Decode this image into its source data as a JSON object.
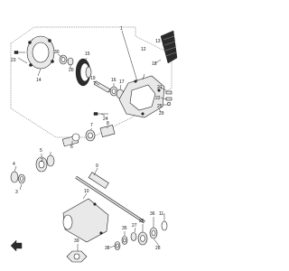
{
  "diagram": {
    "callouts": [
      {
        "id": "c1",
        "text": "1"
      },
      {
        "id": "c2",
        "text": "2"
      },
      {
        "id": "c3",
        "text": "3"
      },
      {
        "id": "c4",
        "text": "4"
      },
      {
        "id": "c5",
        "text": "5"
      },
      {
        "id": "c6",
        "text": "6"
      },
      {
        "id": "c7",
        "text": "7"
      },
      {
        "id": "c8",
        "text": "8"
      },
      {
        "id": "c9",
        "text": "9"
      },
      {
        "id": "c10",
        "text": "10"
      },
      {
        "id": "c11",
        "text": "11"
      },
      {
        "id": "c12",
        "text": "12"
      },
      {
        "id": "c13",
        "text": "13"
      },
      {
        "id": "c14",
        "text": "14"
      },
      {
        "id": "c15",
        "text": "15"
      },
      {
        "id": "c16",
        "text": "16"
      },
      {
        "id": "c17",
        "text": "17"
      },
      {
        "id": "c18",
        "text": "18"
      },
      {
        "id": "c19",
        "text": "19"
      },
      {
        "id": "c20",
        "text": "20"
      },
      {
        "id": "c21",
        "text": "21"
      },
      {
        "id": "c22",
        "text": "22"
      },
      {
        "id": "c23",
        "text": "23"
      },
      {
        "id": "c24",
        "text": "24"
      },
      {
        "id": "c25",
        "text": "25"
      },
      {
        "id": "c26",
        "text": "26"
      },
      {
        "id": "c27",
        "text": "27"
      },
      {
        "id": "c28",
        "text": "28"
      },
      {
        "id": "c29",
        "text": "29"
      },
      {
        "id": "c30",
        "text": "30"
      },
      {
        "id": "c35",
        "text": "35"
      },
      {
        "id": "c36",
        "text": "36"
      },
      {
        "id": "c38",
        "text": "38"
      },
      {
        "id": "c39",
        "text": "39"
      }
    ]
  }
}
